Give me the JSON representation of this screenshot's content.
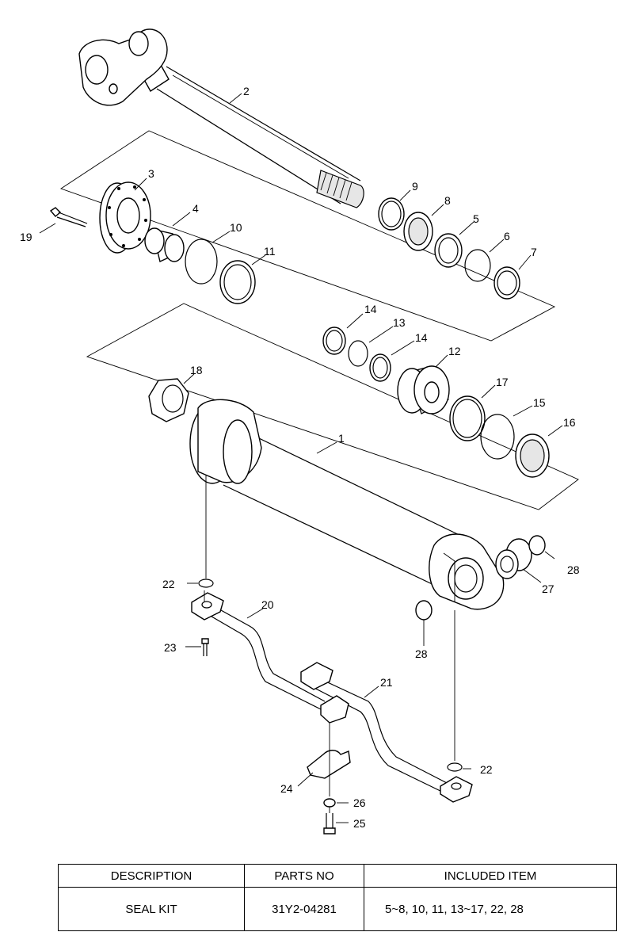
{
  "callouts": {
    "c1": "1",
    "c2": "2",
    "c3": "3",
    "c4": "4",
    "c5": "5",
    "c6": "6",
    "c7": "7",
    "c8": "8",
    "c9": "9",
    "c10": "10",
    "c11": "11",
    "c12": "12",
    "c13": "13",
    "c14a": "14",
    "c14b": "14",
    "c15": "15",
    "c16": "16",
    "c17": "17",
    "c18": "18",
    "c19": "19",
    "c20": "20",
    "c21": "21",
    "c22a": "22",
    "c22b": "22",
    "c23": "23",
    "c24": "24",
    "c25": "25",
    "c26": "26",
    "c27": "27",
    "c28a": "28",
    "c28b": "28"
  },
  "table": {
    "headers": [
      "DESCRIPTION",
      "PARTS NO",
      "INCLUDED ITEM"
    ],
    "rows": [
      [
        "SEAL KIT",
        "31Y2-04281",
        "5~8, 10, 11, 13~17, 22, 28"
      ]
    ]
  }
}
